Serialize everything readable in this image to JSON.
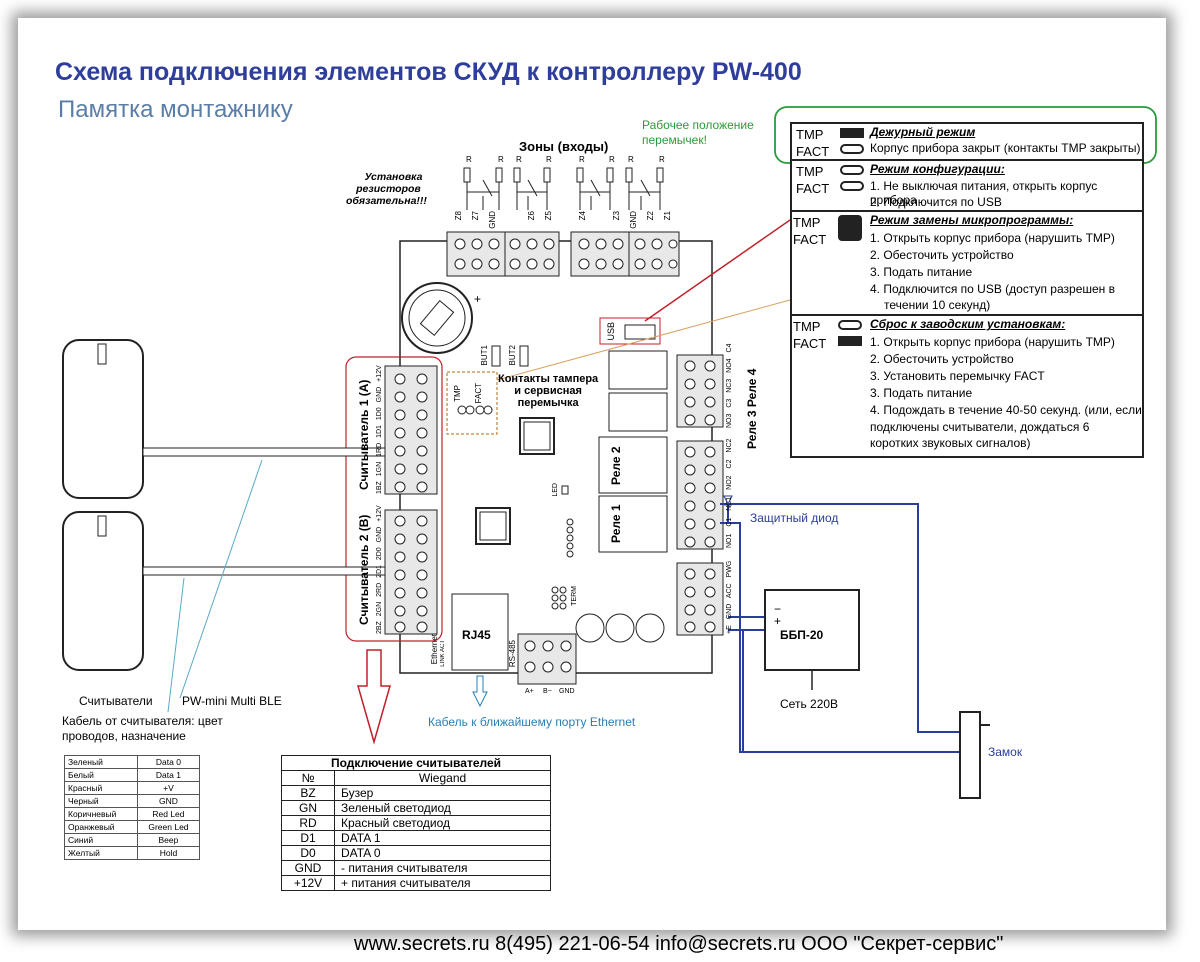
{
  "title": "Схема подключения элементов СКУД к контроллеру PW-400",
  "subtitle": "Памятка монтажнику",
  "zones_label": "Зоны (входы)",
  "resistor_note": [
    "Установка",
    "резисторов",
    "обязательна!!!"
  ],
  "zone_terminals": [
    "Z8",
    "Z7",
    "GND",
    "Z6",
    "Z5",
    "Z4",
    "Z3",
    "GND",
    "Z2",
    "Z1"
  ],
  "resistor_mark": "R",
  "jumper_note": [
    "Рабочее положение",
    "перемычек!"
  ],
  "usb_label": "USB",
  "but_labels": [
    "BUT1",
    "BUT2"
  ],
  "tmp_fact": [
    "TMP",
    "FACT"
  ],
  "tamper_note": [
    "Контакты тампера",
    "и сервисная",
    "перемычка"
  ],
  "reader1_label": "Считыватель 1 (А)",
  "reader2_label": "Считыватель 2 (В)",
  "reader1_pins": "1BZ 1GN 1RD 1D1 1D0 GND +12V",
  "reader2_pins": "2BZ 2GN 2RD 2D1 2D0 GND +12V",
  "relay_labels": [
    "Реле 2",
    "Реле 1"
  ],
  "relay34_label": "Реле 3 Реле 4",
  "relay_pins_top": "NO3 C3 NC3 NO4 C4",
  "relay_pins_mid": "NO1 C1 NC1 NO2 C2 NC2",
  "pwr_pins": "+E GND ACC PWG",
  "led_label": "LED",
  "term_label": "TERM",
  "rj45_label": "RJ45",
  "ethernet_label": "Ethernet",
  "ethernet_leds": "LINK ACT",
  "rs485_label": "RS-485",
  "rs485_pins": [
    "A+",
    "B−",
    "GND"
  ],
  "diode_label": "Защитный диод",
  "psu_label": "ББП-20",
  "psu_plus": "+",
  "psu_minus": "−",
  "mains_label": "Сеть 220В",
  "lock_label": "Замок",
  "ethernet_cable_label": "Кабель к ближайшему порту Ethernet",
  "readers_caption": [
    "Считыватели",
    "PW-mini Multi BLE"
  ],
  "cable_caption": [
    "Кабель от считывателя: цвет",
    "проводов, назначение"
  ],
  "wire_colors": [
    [
      "Зеленый",
      "Data 0"
    ],
    [
      "Белый",
      "Data 1"
    ],
    [
      "Красный",
      "+V"
    ],
    [
      "Черный",
      "GND"
    ],
    [
      "Коричневый",
      "Red Led"
    ],
    [
      "Оранжевый",
      "Green Led"
    ],
    [
      "Синий",
      "Beep"
    ],
    [
      "Желтый",
      "Hold"
    ]
  ],
  "reader_table": {
    "title": "Подключение считывателей",
    "head": [
      "№",
      "Wiegand"
    ],
    "rows": [
      [
        "BZ",
        "Бузер"
      ],
      [
        "GN",
        "Зеленый светодиод"
      ],
      [
        "RD",
        "Красный светодиод"
      ],
      [
        "D1",
        "DATA 1"
      ],
      [
        "D0",
        "DATA 0"
      ],
      [
        "GND",
        "- питания считывателя"
      ],
      [
        "+12V",
        "+ питания считывателя"
      ]
    ]
  },
  "modes": [
    {
      "title": "Дежурный режим",
      "lines": [
        "Корпус прибора закрыт (контакты TMP закрыты)"
      ]
    },
    {
      "title": "Режим конфигурации:",
      "lines": [
        "1. Не выключая питания, открыть корпус прибора",
        "2. Подключится  по USB"
      ]
    },
    {
      "title": "Режим замены микропрограммы:",
      "lines": [
        "1. Открыть корпус прибора (нарушить TMP)",
        "2. Обесточить устройство",
        "3. Подать питание",
        "4. Подключится  по USB (доступ разрешен в",
        "течении 10 секунд)"
      ]
    },
    {
      "title": "Сброс к заводским установкам:",
      "lines": [
        "1. Открыть корпус прибора (нарушить TMP)",
        "2. Обесточить устройство",
        "3. Установить перемычку FACT",
        "3. Подать питание",
        "4. Подождать в течение 40-50 секунд. (или, если",
        "подключены считыватели, дождаться 6",
        "коротких звуковых сигналов)"
      ]
    }
  ],
  "footer": "www.secrets.ru  8(495) 221-06-54  info@secrets.ru  ООО \"Секрет-сервис\"",
  "colors": {
    "title": "#2e3e9a",
    "subtitle": "#5a7ea8",
    "green": "#2a9a3a",
    "red": "#c0202a",
    "blue": "#2a3d9a",
    "note": "#2a7fb0"
  }
}
